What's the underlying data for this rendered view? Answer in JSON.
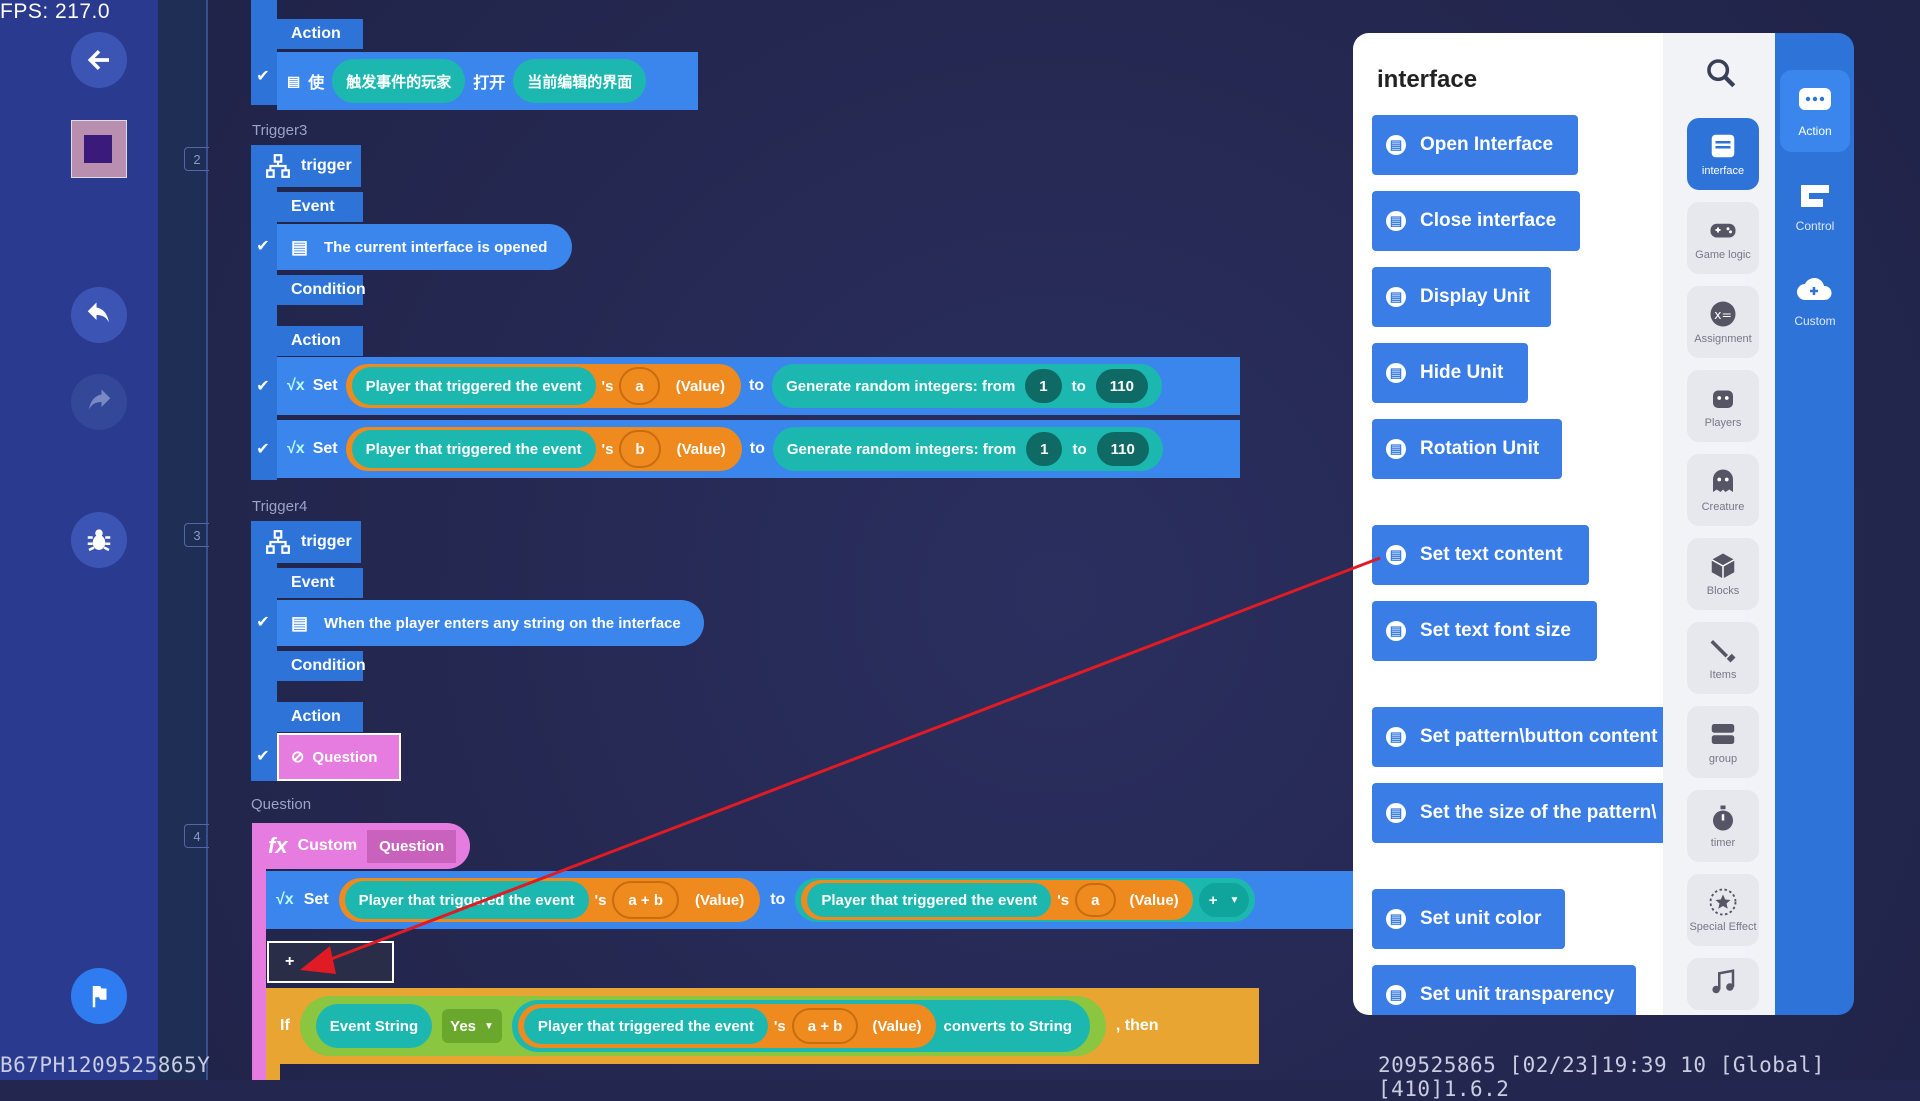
{
  "hud": {
    "fps": "FPS: 217.0",
    "id_left": "B67PH1209525865Y",
    "status_right": "209525865    [02/23]19:39 10  [Global][410]1.6.2"
  },
  "gutter": {
    "numbers": [
      "2",
      "3",
      "4"
    ]
  },
  "trigger2": {
    "action_label": "Action",
    "action_row": {
      "verb": "使",
      "target": "触发事件的玩家",
      "op": "打开",
      "obj": "当前编辑的界面"
    }
  },
  "trigger3": {
    "title": "Trigger3",
    "head": "trigger",
    "event_label": "Event",
    "event": "The current interface is opened",
    "condition_label": "Condition",
    "action_label": "Action",
    "rows": [
      {
        "set": "Set",
        "player": "Player that triggered the event",
        "poss": "'s",
        "var": "a",
        "value": "(Value)",
        "to": "to",
        "gen": "Generate random integers: from",
        "from": "1",
        "to_word": "to",
        "max": "110"
      },
      {
        "set": "Set",
        "player": "Player that triggered the event",
        "poss": "'s",
        "var": "b",
        "value": "(Value)",
        "to": "to",
        "gen": "Generate random integers: from",
        "from": "1",
        "to_word": "to",
        "max": "110"
      }
    ]
  },
  "trigger4": {
    "title": "Trigger4",
    "head": "trigger",
    "event_label": "Event",
    "event": "When the player enters any string on the interface",
    "condition_label": "Condition",
    "action_label": "Action",
    "action": "Question"
  },
  "question": {
    "title": "Question",
    "fx": "fx",
    "custom": "Custom",
    "name": "Question",
    "set_row": {
      "set": "Set",
      "player": "Player that triggered the event",
      "poss": "'s",
      "var": "a + b",
      "value": "(Value)",
      "to": "to",
      "player2": "Player that triggered the event",
      "poss2": "'s",
      "var2": "a",
      "value2": "(Value)",
      "op": "+"
    },
    "plus": "+",
    "if_row": {
      "if": "If",
      "event_string": "Event String",
      "yes": "Yes",
      "player": "Player that triggered the event",
      "poss": "'s",
      "var": "a + b",
      "value": "(Value)",
      "converts": "converts to String",
      "then": ", then"
    }
  },
  "panel": {
    "title": "interface",
    "buttons": [
      "Open Interface",
      "Close interface",
      "Display Unit",
      "Hide Unit",
      "Rotation Unit",
      "Set text content",
      "Set text font size",
      "Set pattern\\button content",
      "Set the size of the pattern\\",
      "Set unit color",
      "Set unit transparency"
    ]
  },
  "categories": [
    "interface",
    "Game logic",
    "Assignment",
    "Players",
    "Creature",
    "Blocks",
    "Items",
    "group",
    "timer",
    "Special Effect",
    ""
  ],
  "tabs": [
    "Action",
    "Control",
    "Custom"
  ],
  "colors": {
    "accent": "#2e74d8",
    "teal": "#1cb8b0",
    "orange": "#ee8a1e",
    "pink": "#e67ce0",
    "yellow": "#e8a531",
    "green": "#8ac640"
  }
}
